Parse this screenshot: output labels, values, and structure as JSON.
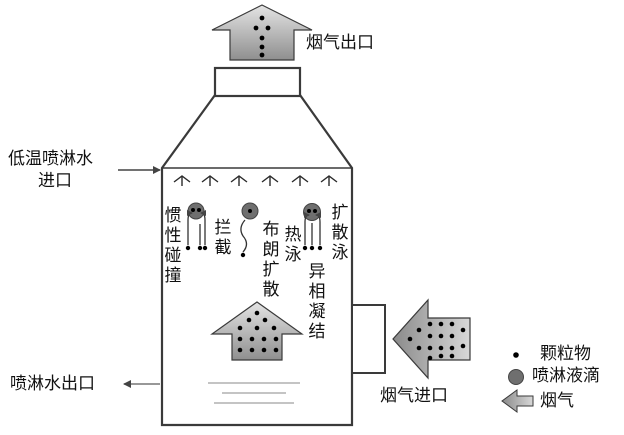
{
  "labels": {
    "flue_outlet": "烟气出口",
    "spray_inlet_line1": "低温喷淋水",
    "spray_inlet_line2": "进口",
    "spray_outlet": "喷淋水出口",
    "flue_inlet": "烟气进口"
  },
  "mechanisms": {
    "inertial_impaction": "惯性碰撞",
    "interception": "拦截",
    "brownian_diffusion": "布朗扩散",
    "thermophoresis": "热泳",
    "diffusiophoresis": "扩散泳",
    "heterogeneous_condensation": "异相凝结"
  },
  "legend": {
    "particle": "颗粒物",
    "droplet": "喷淋液滴",
    "flue_gas": "烟气"
  },
  "colors": {
    "stroke": "#3a3a3a",
    "arrow_fill": "#9a9a9a",
    "arrow_light": "#cfcfcf",
    "droplet": "#707070",
    "particle": "#000000"
  }
}
